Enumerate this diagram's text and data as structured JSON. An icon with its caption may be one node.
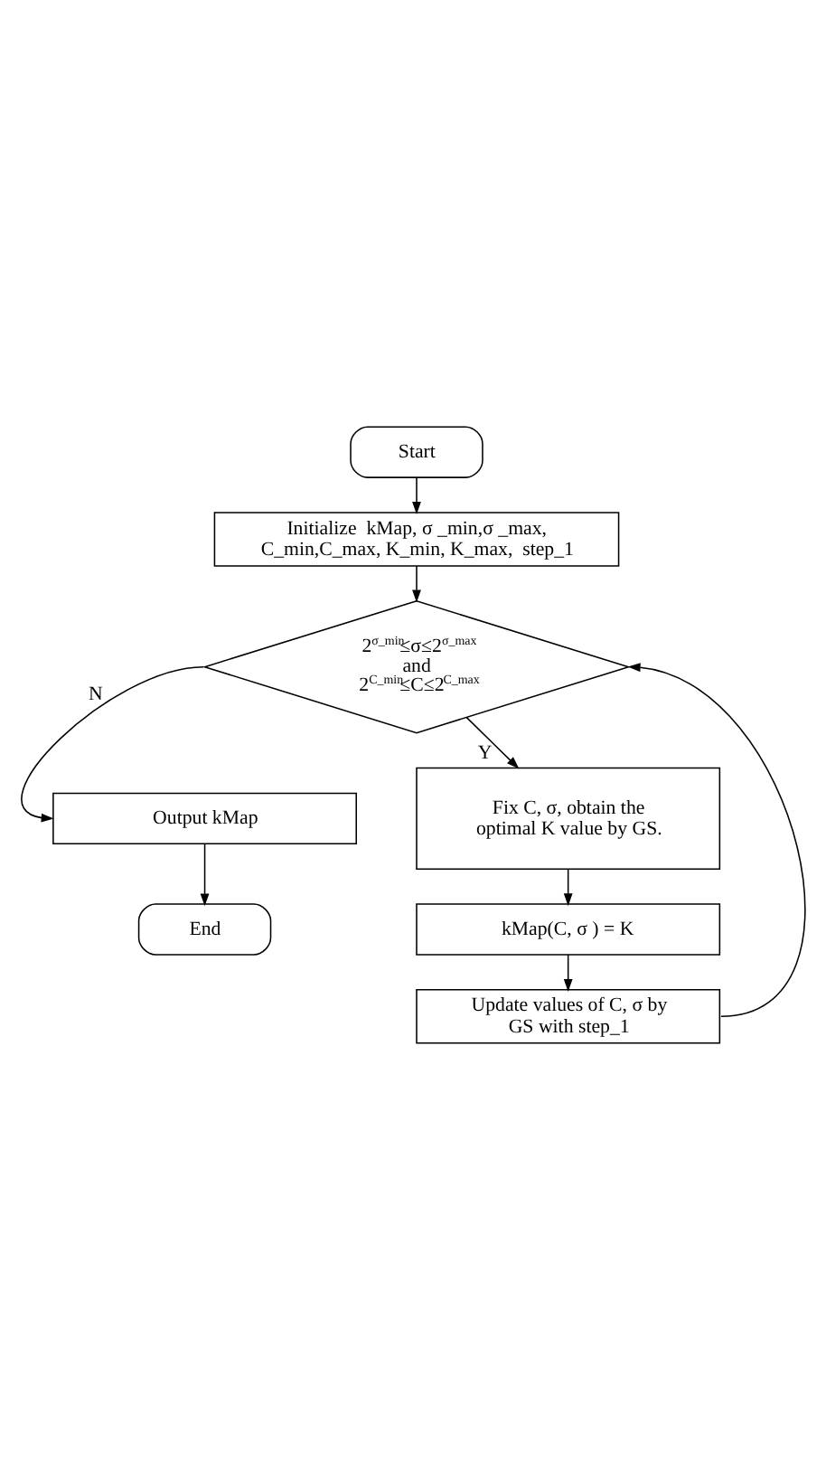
{
  "diagram": {
    "nodes": [
      {
        "text": [
          "Start"
        ]
      },
      {
        "text": [
          "Initialize  kMap, σ _min,σ _max, C_min,C_max, K_min, K_max,  step_1"
        ]
      },
      {
        "text": [
          "2$^{σ_min}$≤σ≤2$^{σ_max}$ and 2$^{C_min}$≤C≤2$^{C_max}$"
        ]
      },
      {
        "text": [
          "Fix C, σ, obtain the optimal K value by GS."
        ]
      },
      {
        "text": [
          "kMap(C, σ ) = K"
        ]
      },
      {
        "text": [
          "Update values of C, σ by GS with step_1"
        ]
      },
      {
        "text": [
          "Output kMap"
        ]
      },
      {
        "text": [
          "End"
        ]
      }
    ],
    "edges": [
      {
        "from": 0,
        "to": 1,
        "arrow": "to"
      },
      {
        "from": 1,
        "to": 2,
        "arrow": "to"
      },
      {
        "from": 2,
        "to": 3,
        "arrow": "to",
        "label": "Y"
      },
      {
        "from": 3,
        "to": 4,
        "arrow": "to"
      },
      {
        "from": 4,
        "to": 5,
        "arrow": "to"
      },
      {
        "from": 5,
        "to": 2,
        "arrow": "to"
      },
      {
        "from": 2,
        "to": 6,
        "arrow": "to",
        "label": "N"
      },
      {
        "from": 6,
        "to": 7,
        "arrow": "to"
      }
    ]
  }
}
